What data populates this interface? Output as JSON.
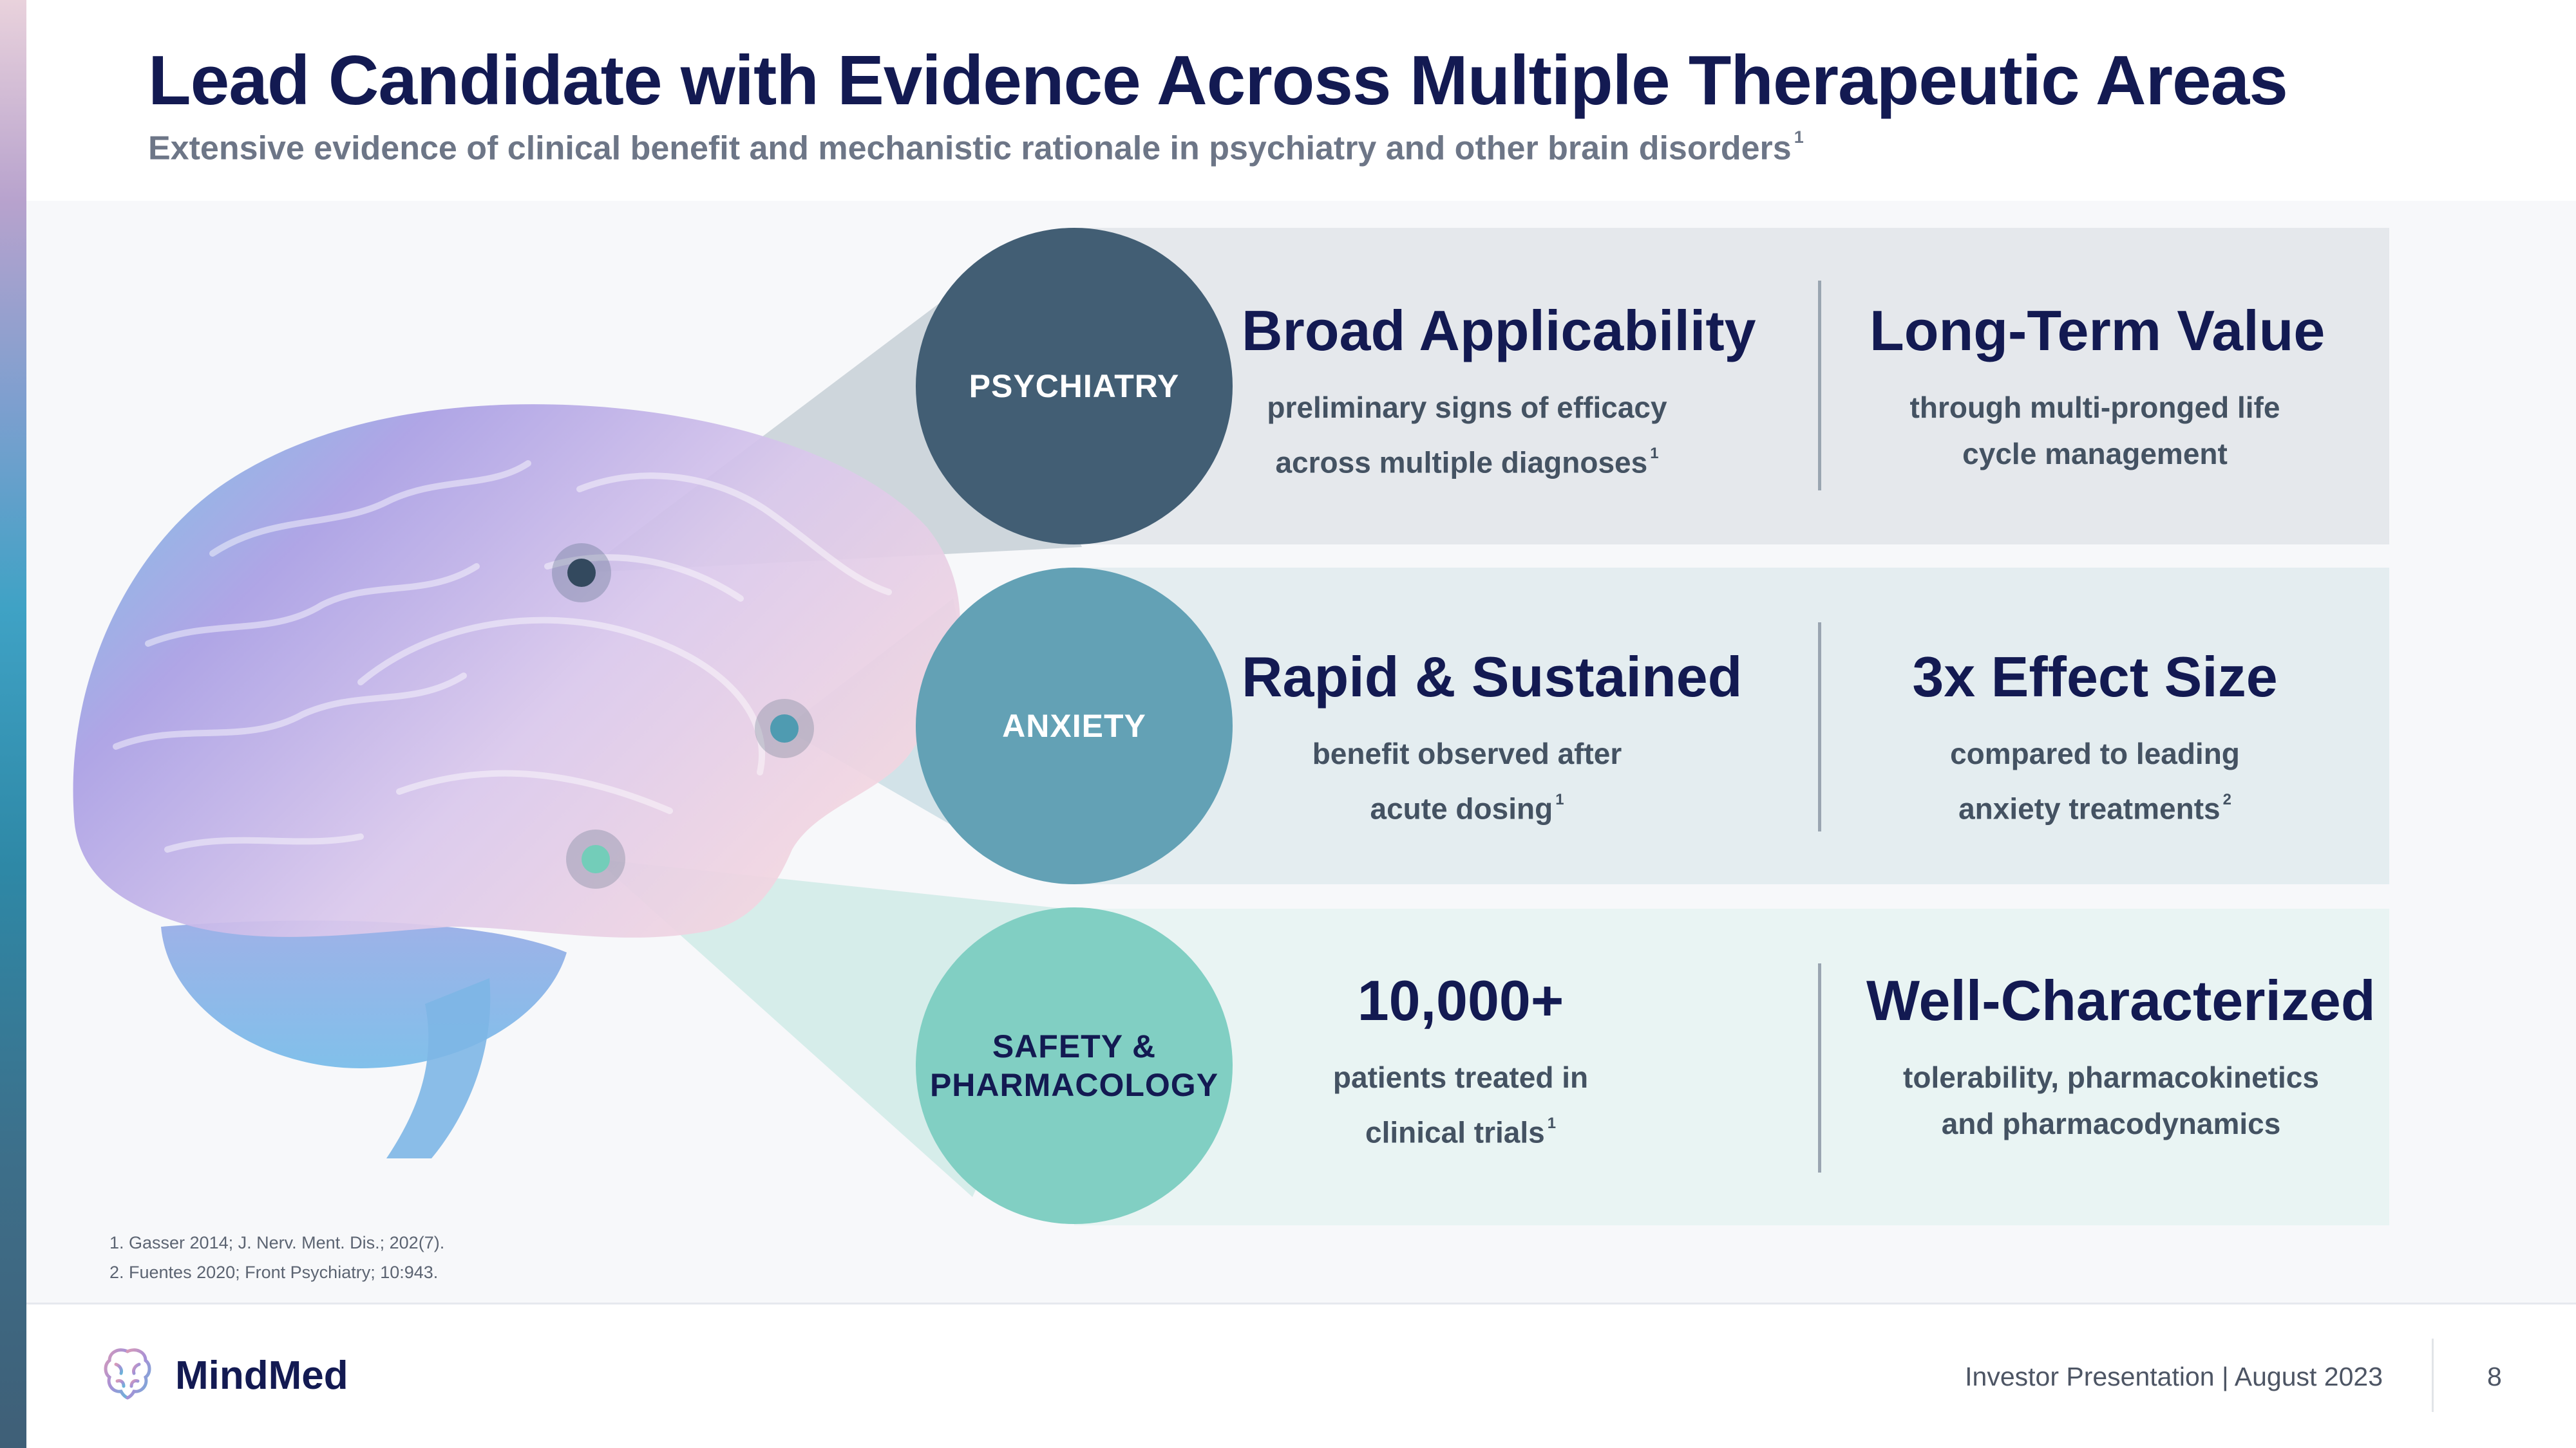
{
  "header": {
    "title": "Lead Candidate with Evidence Across Multiple Therapeutic Areas",
    "subtitle": "Extensive evidence of clinical benefit and mechanistic rationale in psychiatry and other brain disorders",
    "subtitle_ref": "1"
  },
  "rows": [
    {
      "circle": "PSYCHIATRY",
      "color": "#425e74",
      "pillars": [
        {
          "title": "Broad Applicability",
          "line1": "preliminary signs of efficacy",
          "line2": "across multiple diagnoses",
          "ref": "1"
        },
        {
          "title": "Long-Term Value",
          "line1": "through multi-pronged life",
          "line2": "cycle management",
          "ref": ""
        }
      ]
    },
    {
      "circle": "ANXIETY",
      "color": "#63a1b5",
      "pillars": [
        {
          "title": "Rapid & Sustained",
          "line1": "benefit observed after",
          "line2": "acute dosing",
          "ref": "1"
        },
        {
          "title": "3x Effect Size",
          "line1": "compared to leading",
          "line2": "anxiety treatments",
          "ref": "2"
        }
      ]
    },
    {
      "circle_line1": "SAFETY &",
      "circle_line2": "PHARMACOLOGY",
      "color": "#81cfc3",
      "pillars": [
        {
          "title": "10,000+",
          "line1": "patients treated in",
          "line2": "clinical trials",
          "ref": "1"
        },
        {
          "title": "Well-Characterized",
          "line1": "tolerability, pharmacokinetics",
          "line2": "and pharmacodynamics",
          "ref": ""
        }
      ]
    }
  ],
  "footnotes": [
    "1. Gasser 2014; J. Nerv. Ment. Dis.; 202(7).",
    "2. Fuentes 2020; Front Psychiatry; 10:943."
  ],
  "footer": {
    "brand": "MindMed",
    "presentation": "Investor Presentation | August 2023",
    "page": "8"
  }
}
